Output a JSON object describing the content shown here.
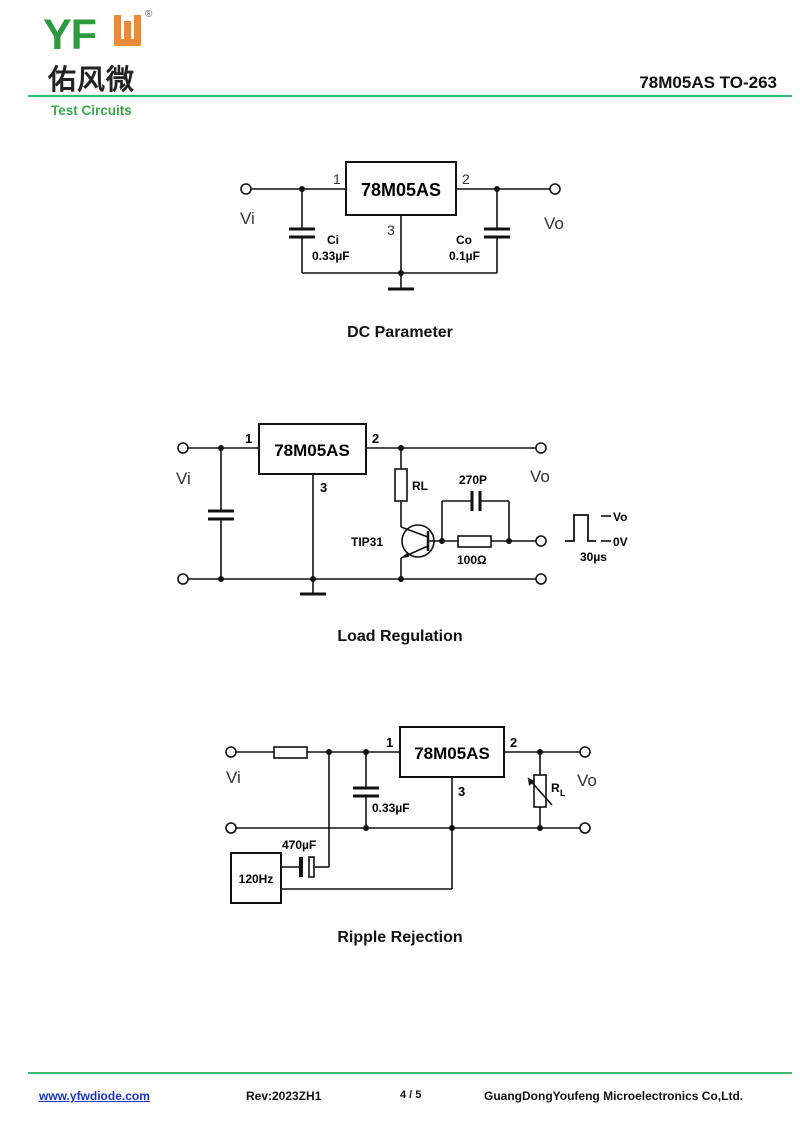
{
  "header": {
    "logo_latin": "YFW",
    "logo_chinese": "佑风微",
    "registered_mark": "®",
    "doc_title": "78M05AS TO-263",
    "section_title": "Test Circuits",
    "colors": {
      "brand_green": "#2f9a3d",
      "brand_orange": "#e98a3c",
      "rule_green": "#3cba66"
    }
  },
  "circuits": [
    {
      "caption": "DC Parameter",
      "ic_label": "78M05AS",
      "pins": [
        "1",
        "2",
        "3"
      ],
      "input_label": "Vi",
      "output_label": "Vo",
      "ci_name": "Ci",
      "ci_value": "0.33µF",
      "co_name": "Co",
      "co_value": "0.1µF"
    },
    {
      "caption": "Load Regulation",
      "ic_label": "78M05AS",
      "pins": [
        "1",
        "2",
        "3"
      ],
      "input_label": "Vi",
      "output_label": "Vo",
      "rl_label": "RL",
      "cap_label": "270P",
      "transistor_label": "TIP31",
      "resistor_label": "100Ω",
      "pulse_high": "Vo",
      "pulse_low": "0V",
      "pulse_width": "30µs"
    },
    {
      "caption": "Ripple Rejection",
      "ic_label": "78M05AS",
      "pins": [
        "1",
        "2",
        "3"
      ],
      "input_label": "Vi",
      "output_label": "Vo",
      "cap_label": "0.33µF",
      "cap2_label": "470µF",
      "source_label": "120Hz",
      "rl_label": "R",
      "rl_sub": "L"
    }
  ],
  "footer": {
    "website": "www.yfwdiode.com",
    "revision": "Rev:2023ZH1",
    "page": "4 / 5",
    "company": "GuangDongYoufeng Microelectronics Co,Ltd."
  }
}
